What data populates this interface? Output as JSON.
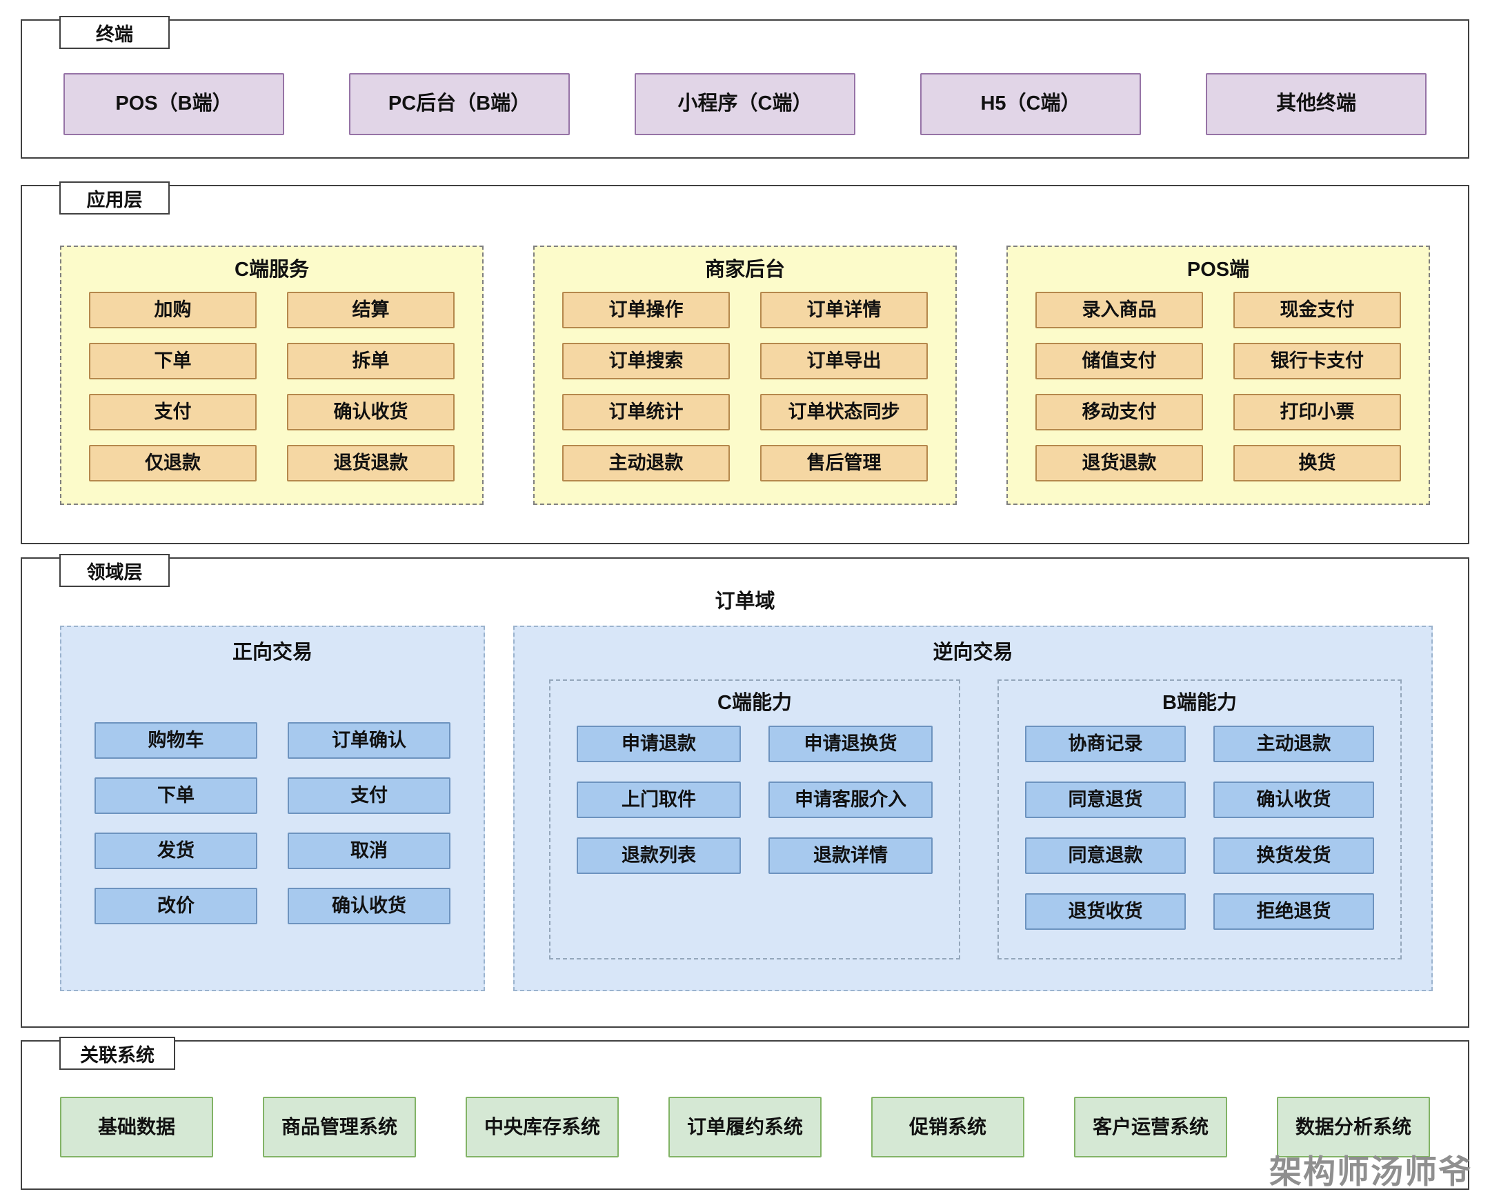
{
  "watermark": "架构师汤师爷",
  "sections": {
    "terminal": {
      "label": "终端",
      "items": [
        "POS（B端）",
        "PC后台（B端）",
        "小程序（C端）",
        "H5（C端）",
        "其他终端"
      ]
    },
    "application": {
      "label": "应用层",
      "groups": [
        {
          "title": "C端服务",
          "items": [
            "加购",
            "结算",
            "下单",
            "拆单",
            "支付",
            "确认收货",
            "仅退款",
            "退货退款"
          ]
        },
        {
          "title": "商家后台",
          "items": [
            "订单操作",
            "订单详情",
            "订单搜索",
            "订单导出",
            "订单统计",
            "订单状态同步",
            "主动退款",
            "售后管理"
          ]
        },
        {
          "title": "POS端",
          "items": [
            "录入商品",
            "现金支付",
            "储值支付",
            "银行卡支付",
            "移动支付",
            "打印小票",
            "退货退款",
            "换货"
          ]
        }
      ]
    },
    "domain": {
      "label": "领域层",
      "title": "订单域",
      "forward": {
        "title": "正向交易",
        "items": [
          "购物车",
          "订单确认",
          "下单",
          "支付",
          "发货",
          "取消",
          "改价",
          "确认收货"
        ]
      },
      "reverse": {
        "title": "逆向交易",
        "groups": [
          {
            "title": "C端能力",
            "items": [
              "申请退款",
              "申请退换货",
              "上门取件",
              "申请客服介入",
              "退款列表",
              "退款详情"
            ]
          },
          {
            "title": "B端能力",
            "items": [
              "协商记录",
              "主动退款",
              "同意退货",
              "确认收货",
              "同意退款",
              "换货发货",
              "退货收货",
              "拒绝退货"
            ]
          }
        ]
      }
    },
    "related": {
      "label": "关联系统",
      "items": [
        "基础数据",
        "商品管理系统",
        "中央库存系统",
        "订单履约系统",
        "促销系统",
        "客户运营系统",
        "数据分析系统"
      ]
    }
  },
  "colors": {
    "line": "#404040",
    "text": "#111111",
    "purple_fill": "#e1d5e7",
    "purple_border": "#9673a6",
    "yellow_fill": "#fcfbca",
    "yellow_border": "#7f7f7f",
    "orange_fill": "#f5d7a3",
    "orange_border": "#b5884c",
    "blue_panel_fill": "#d8e6f8",
    "blue_panel_border": "#9bb3ce",
    "blue_sub_border": "#94a6ba",
    "blue_fill": "#a7c9ee",
    "blue_border": "#6d93bf",
    "green_fill": "#d5e8d4",
    "green_border": "#82b366",
    "watermark": "#8f8f8f"
  }
}
